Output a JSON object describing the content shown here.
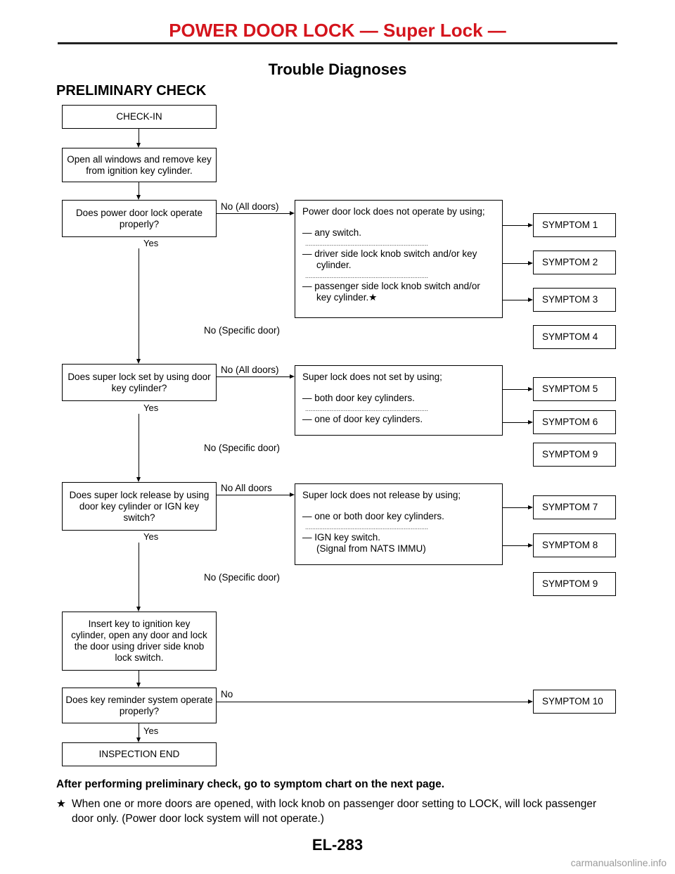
{
  "header": {
    "title": "POWER DOOR LOCK — Super Lock —"
  },
  "page_title": "Trouble Diagnoses",
  "section_title": "PRELIMINARY CHECK",
  "flow": {
    "checkin": "CHECK-IN",
    "step1": "Open all windows and remove key from ignition key cylinder.",
    "q1": "Does power door lock operate properly?",
    "q1_yes": "Yes",
    "q1_no_all": "No (All doors)",
    "q1_no_specific": "No (Specific door)",
    "q1_detail": {
      "heading": "Power door lock does not operate by using;",
      "item1": "— any switch.",
      "item2": "— driver side lock knob switch and/or key cylinder.",
      "item3": "— passenger side lock knob switch and/or key cylinder.★"
    },
    "q2": "Does super lock set by using door key cylinder?",
    "q2_yes": "Yes",
    "q2_no_all": "No (All doors)",
    "q2_no_specific": "No (Specific door)",
    "q2_detail": {
      "heading": "Super lock does not set by using;",
      "item1": "— both door key cylinders.",
      "item2": "— one of door key cylinders."
    },
    "q3": "Does super lock release by using door key cylinder or IGN key switch?",
    "q3_yes": "Yes",
    "q3_no_all": "No All doors",
    "q3_no_specific": "No (Specific door)",
    "q3_detail": {
      "heading": "Super lock does not release by using;",
      "item1": "— one or both door key cylinders.",
      "item2": "— IGN key switch.",
      "item2b": "(Signal from NATS IMMU)"
    },
    "step2": "Insert key to ignition key cylinder, open any door and lock the door using driver side knob lock switch.",
    "q4": "Does key reminder system operate properly?",
    "q4_yes": "Yes",
    "q4_no": "No",
    "end": "INSPECTION END",
    "dots": "......................................................................",
    "symptoms": {
      "s1": "SYMPTOM 1",
      "s2": "SYMPTOM 2",
      "s3": "SYMPTOM 3",
      "s4": "SYMPTOM 4",
      "s5": "SYMPTOM 5",
      "s6": "SYMPTOM 6",
      "s9a": "SYMPTOM 9",
      "s7": "SYMPTOM 7",
      "s8": "SYMPTOM 8",
      "s9b": "SYMPTOM 9",
      "s10": "SYMPTOM 10"
    }
  },
  "footer": {
    "instruction": "After performing preliminary check, go to symptom chart on the next page.",
    "star": "★",
    "note": "When one or more doors are opened, with lock knob on passenger door setting to LOCK, will lock passenger door only. (Power door lock system will not operate.)"
  },
  "page_number": "EL-283",
  "watermark": "carmanualsonline.info"
}
